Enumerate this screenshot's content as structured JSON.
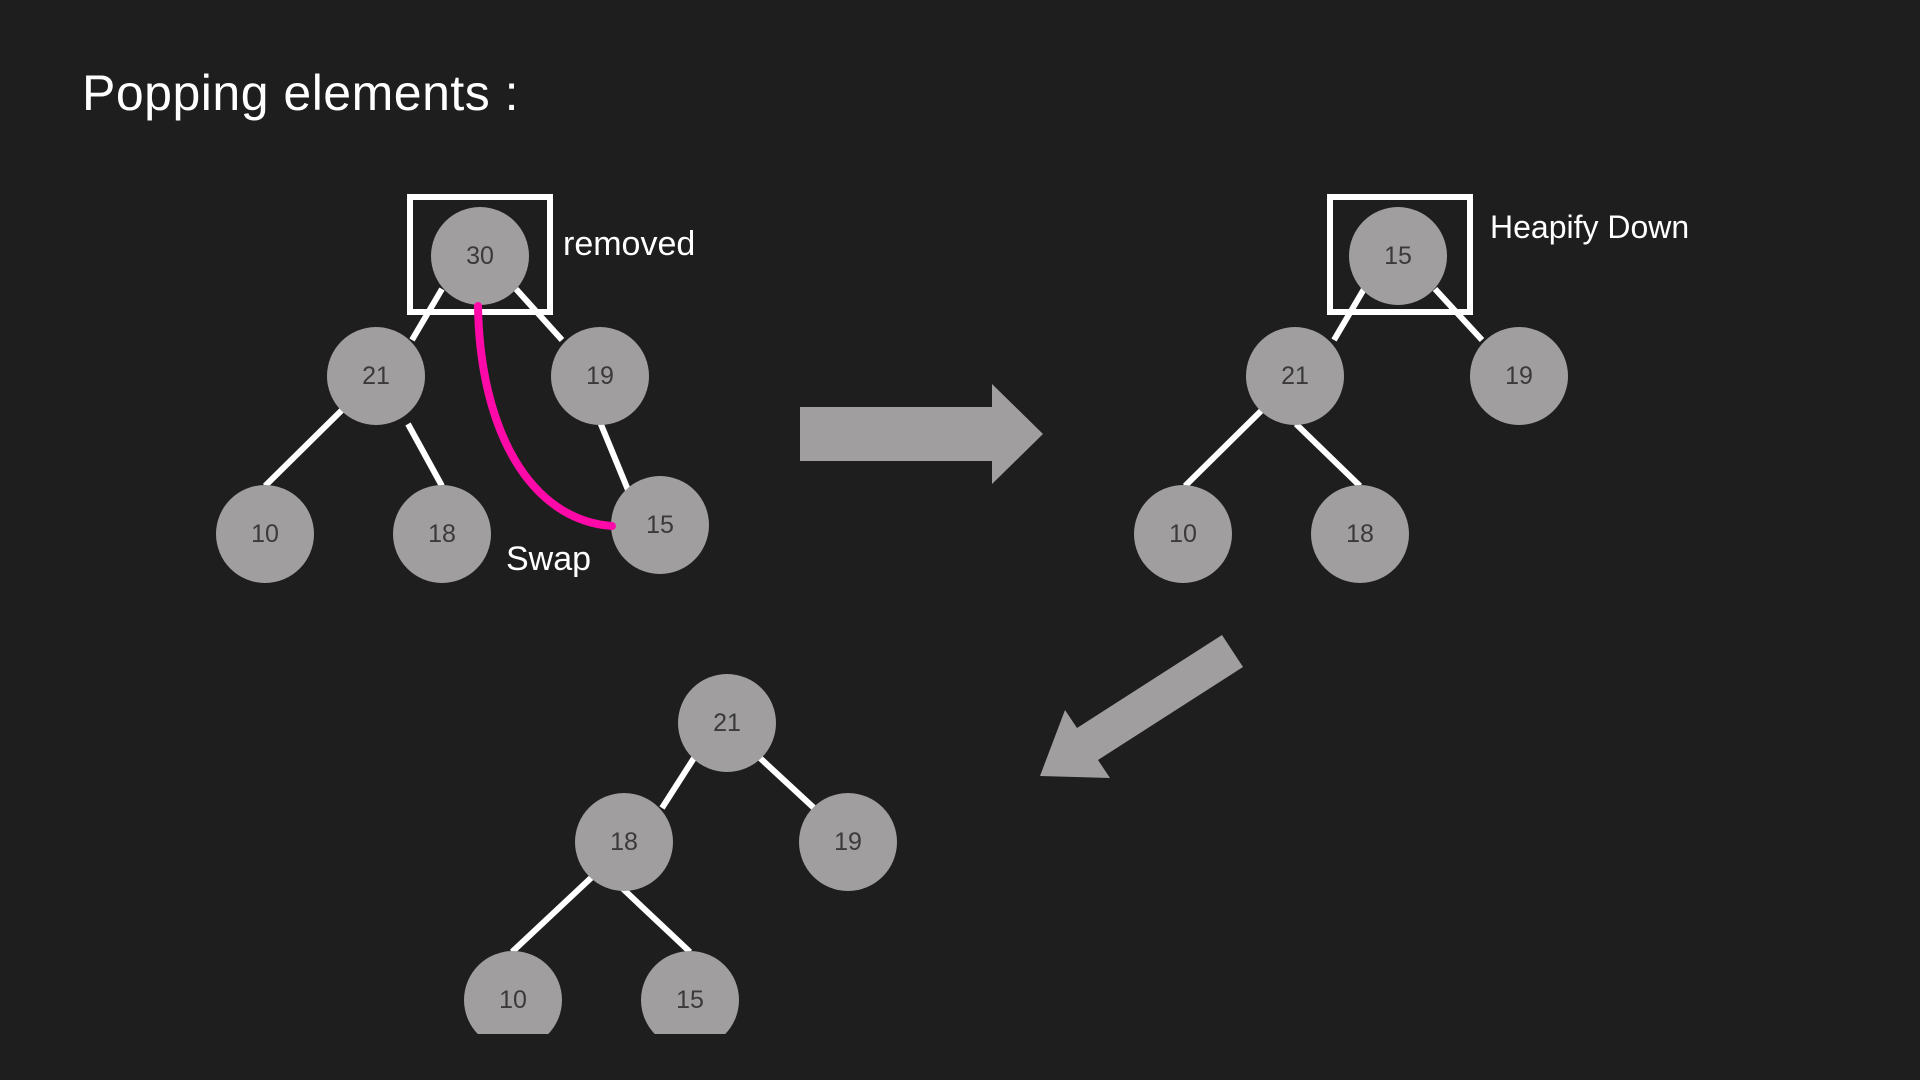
{
  "title": "Popping elements :",
  "labels": {
    "removed": "removed",
    "swap": "Swap",
    "heapify_down": "Heapify Down"
  },
  "colors": {
    "background": "#1e1e1e",
    "node_fill": "#a09e9e",
    "edge": "#ffffff",
    "swap_curve": "#ff0aa8",
    "arrow": "#a09e9e"
  },
  "trees": [
    {
      "name": "tree-before",
      "nodes": [
        {
          "id": "root",
          "value": "30"
        },
        {
          "id": "left",
          "value": "21"
        },
        {
          "id": "right",
          "value": "19"
        },
        {
          "id": "left-left",
          "value": "10"
        },
        {
          "id": "left-right",
          "value": "18"
        },
        {
          "id": "right-left",
          "value": "15"
        }
      ]
    },
    {
      "name": "tree-after-swap",
      "nodes": [
        {
          "id": "root",
          "value": "15"
        },
        {
          "id": "left",
          "value": "21"
        },
        {
          "id": "right",
          "value": "19"
        },
        {
          "id": "left-left",
          "value": "10"
        },
        {
          "id": "left-right",
          "value": "18"
        }
      ]
    },
    {
      "name": "tree-after-heapify",
      "nodes": [
        {
          "id": "root",
          "value": "21"
        },
        {
          "id": "left",
          "value": "18"
        },
        {
          "id": "right",
          "value": "19"
        },
        {
          "id": "left-left",
          "value": "10"
        },
        {
          "id": "left-right",
          "value": "15"
        }
      ]
    }
  ]
}
